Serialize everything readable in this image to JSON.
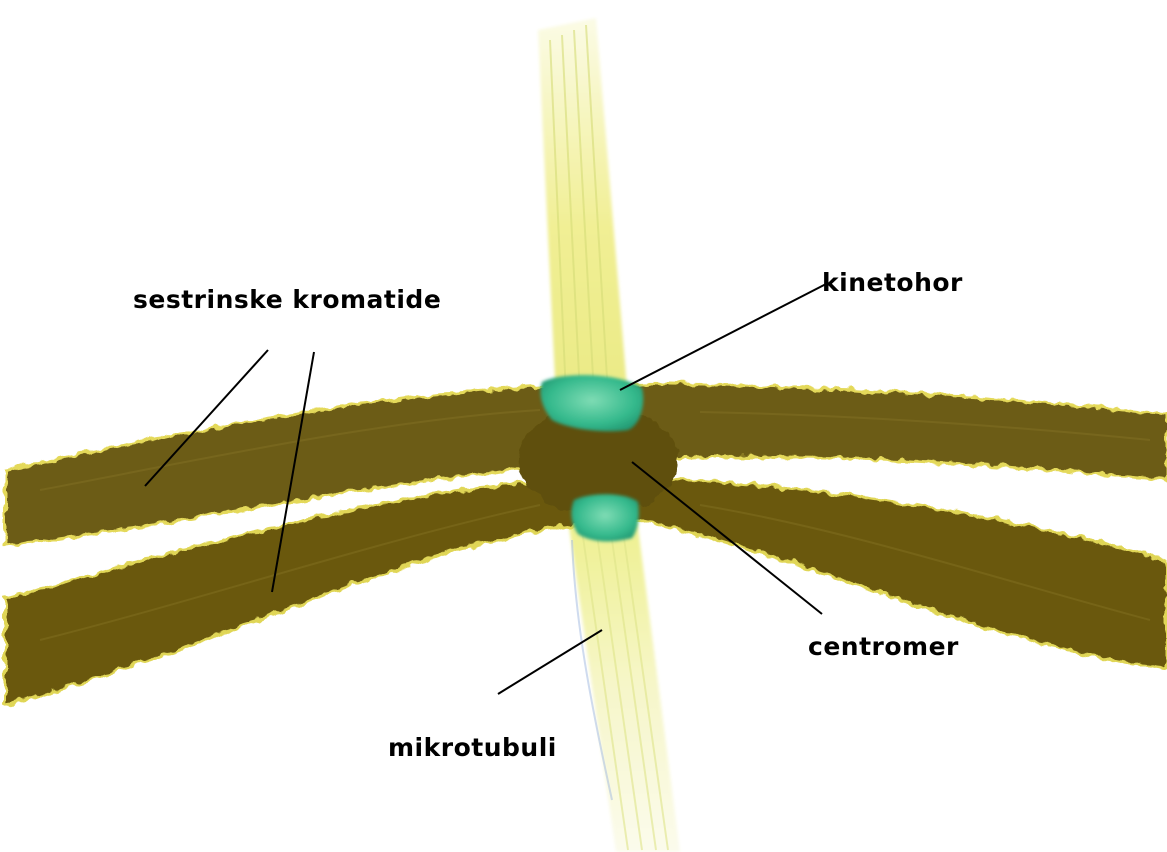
{
  "labels": {
    "sister_chromatids": "sestrinske kromatide",
    "kinetochore": "kinetohor",
    "centromere": "centromer",
    "microtubules": "mikrotubuli"
  },
  "colors": {
    "chromatid": "#6b5a12",
    "chromatid_edge": "#8a7a30",
    "chromatid_highlight": "#e6dc60",
    "kinetochore": "#2fb58a",
    "kinetochore_light": "#6fd8b0",
    "microtubule": "#f0f0a0",
    "microtubule_light": "#fbfbe2",
    "microtubule_stripe": "#d9e27a",
    "leader_line": "#000000",
    "background": "#ffffff"
  }
}
